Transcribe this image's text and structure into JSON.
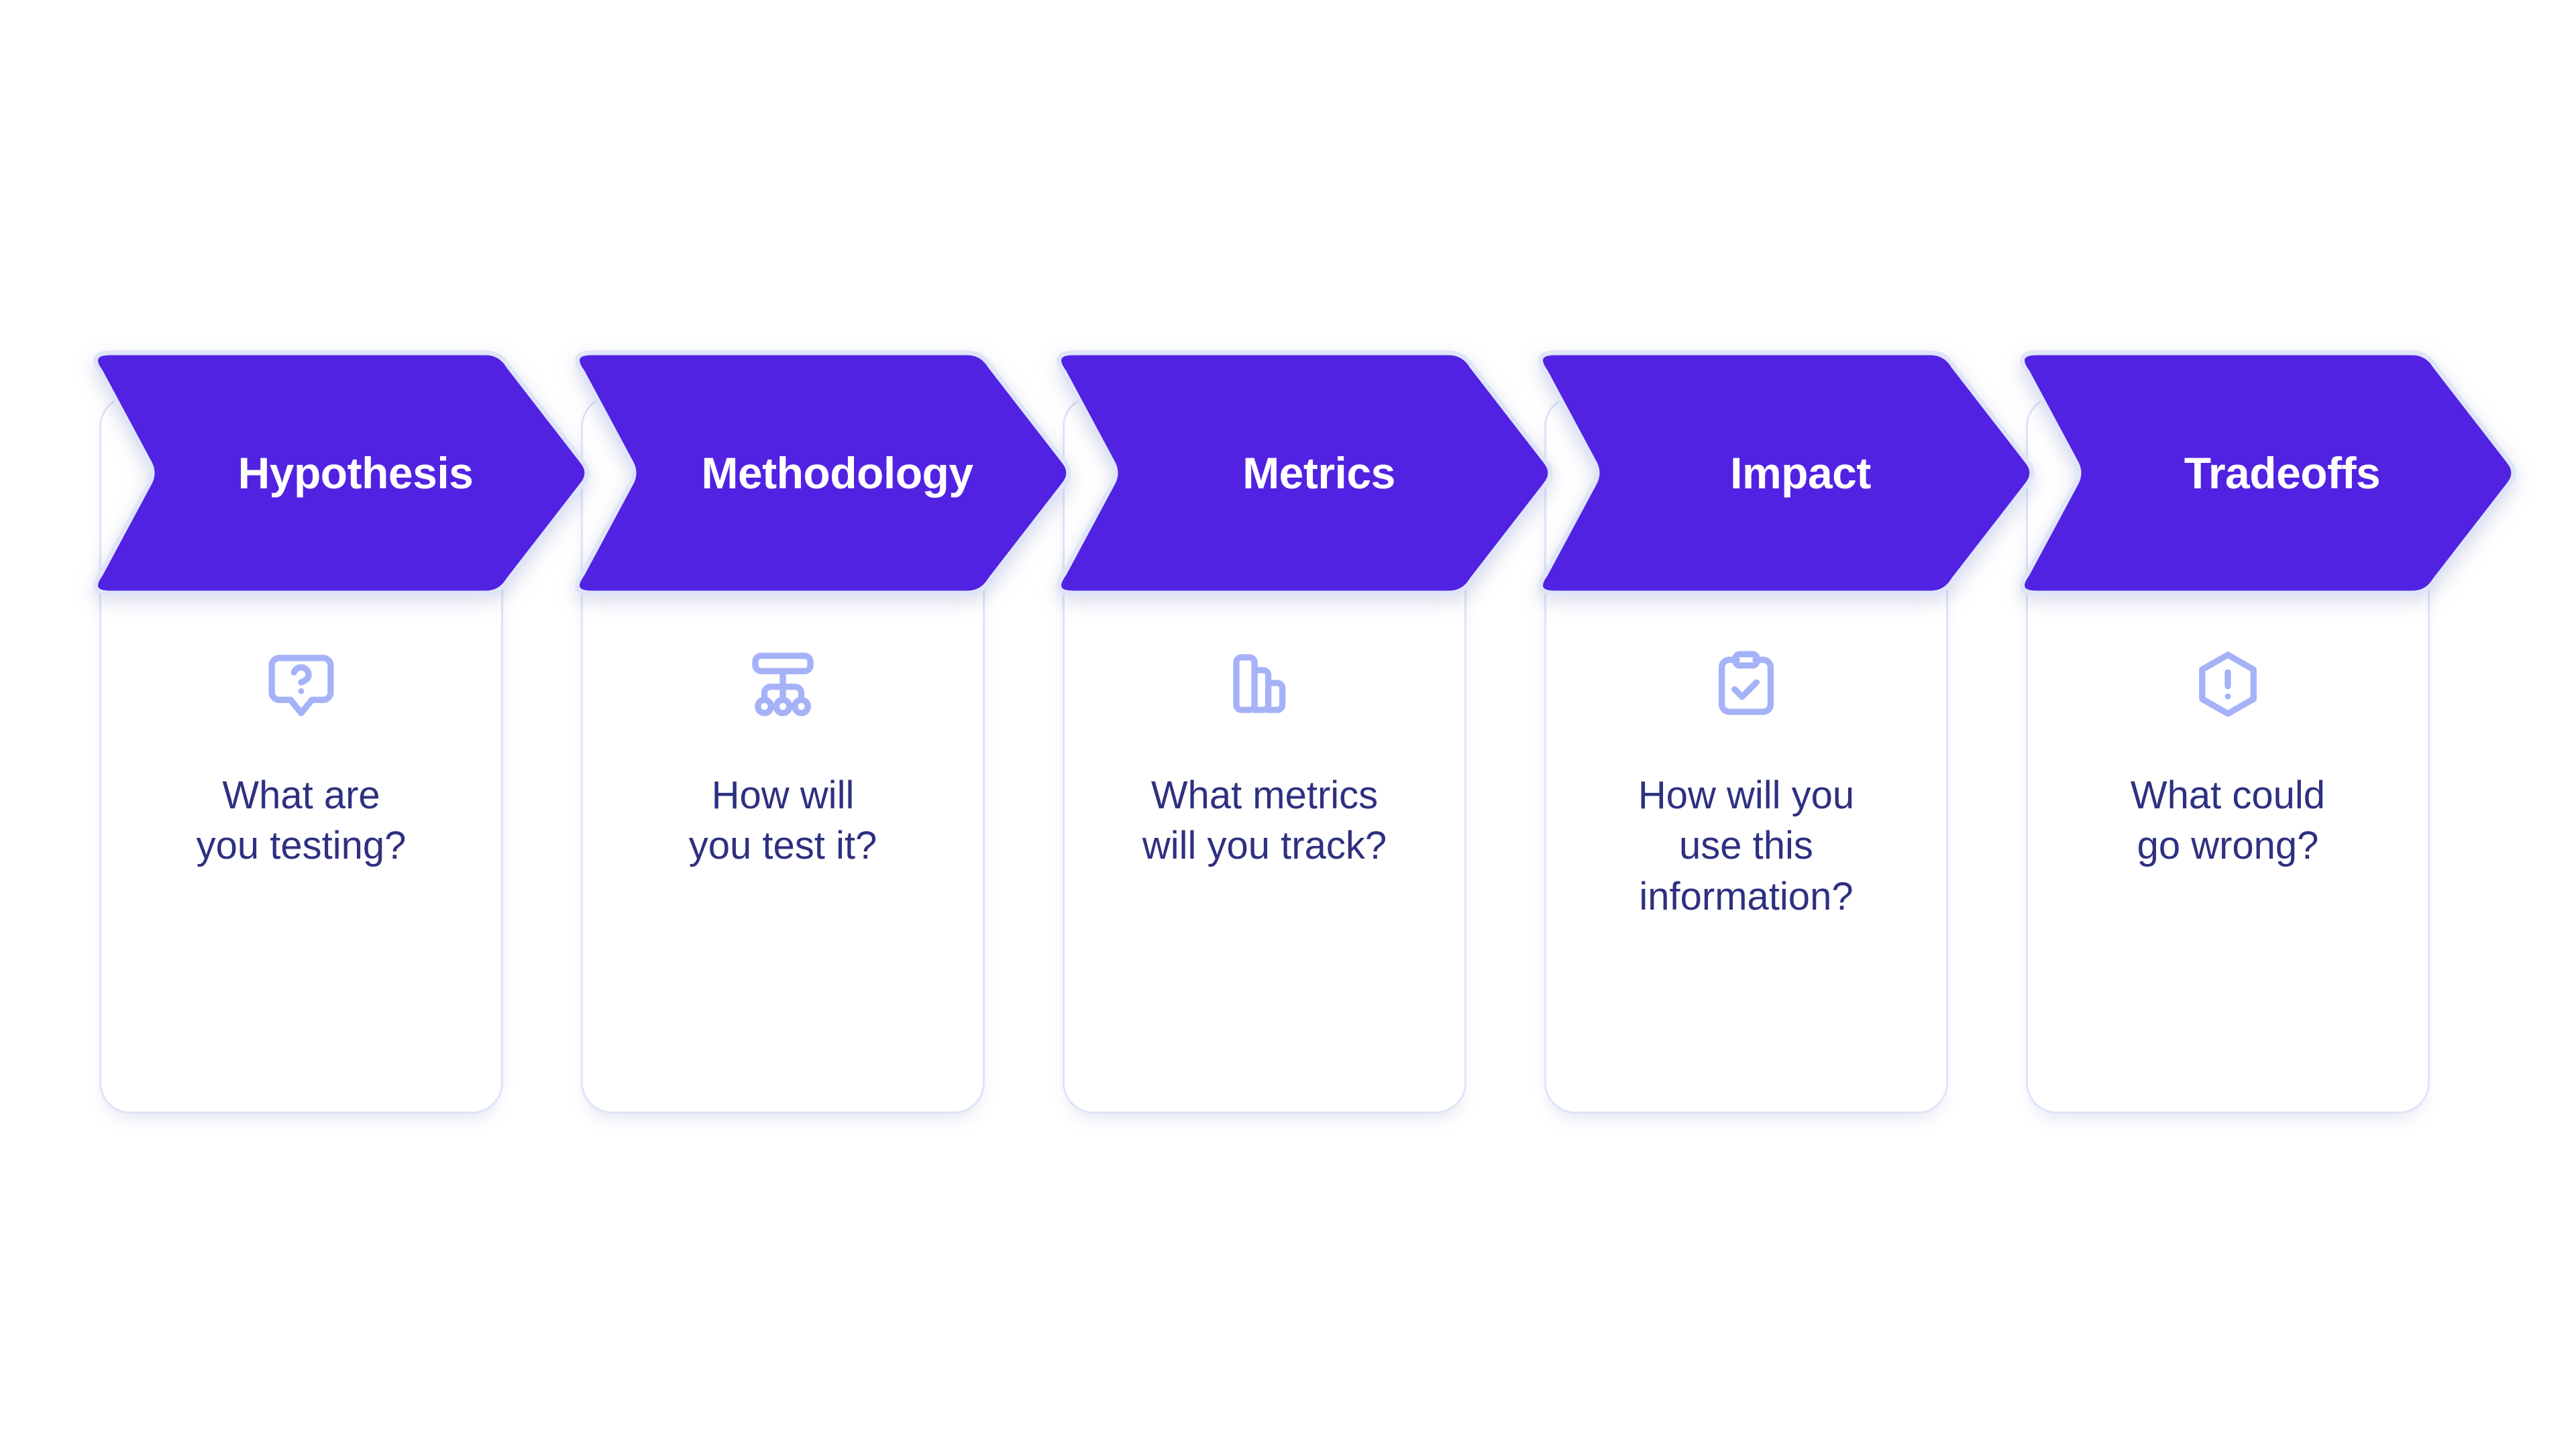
{
  "theme": {
    "accent_purple": "#5222E2",
    "card_border": "#DEE4F8",
    "icon_color": "#A6B2F7",
    "body_text_color": "#2E3080",
    "header_text_color": "#FFFFFF",
    "background": "#FFFFFF"
  },
  "steps": [
    {
      "id": "hypothesis",
      "title": "Hypothesis",
      "icon": "message-question-icon",
      "question": "What are\nyou testing?"
    },
    {
      "id": "methodology",
      "title": "Methodology",
      "icon": "hierarchy-sitemap-icon",
      "question": "How will\nyou test it?"
    },
    {
      "id": "metrics",
      "title": "Metrics",
      "icon": "bar-chart-icon",
      "question": "What metrics\nwill you track?"
    },
    {
      "id": "impact",
      "title": "Impact",
      "icon": "clipboard-check-icon",
      "question": "How will you\nuse this\ninformation?"
    },
    {
      "id": "tradeoffs",
      "title": "Tradeoffs",
      "icon": "hexagon-alert-icon",
      "question": "What could\ngo wrong?"
    }
  ]
}
